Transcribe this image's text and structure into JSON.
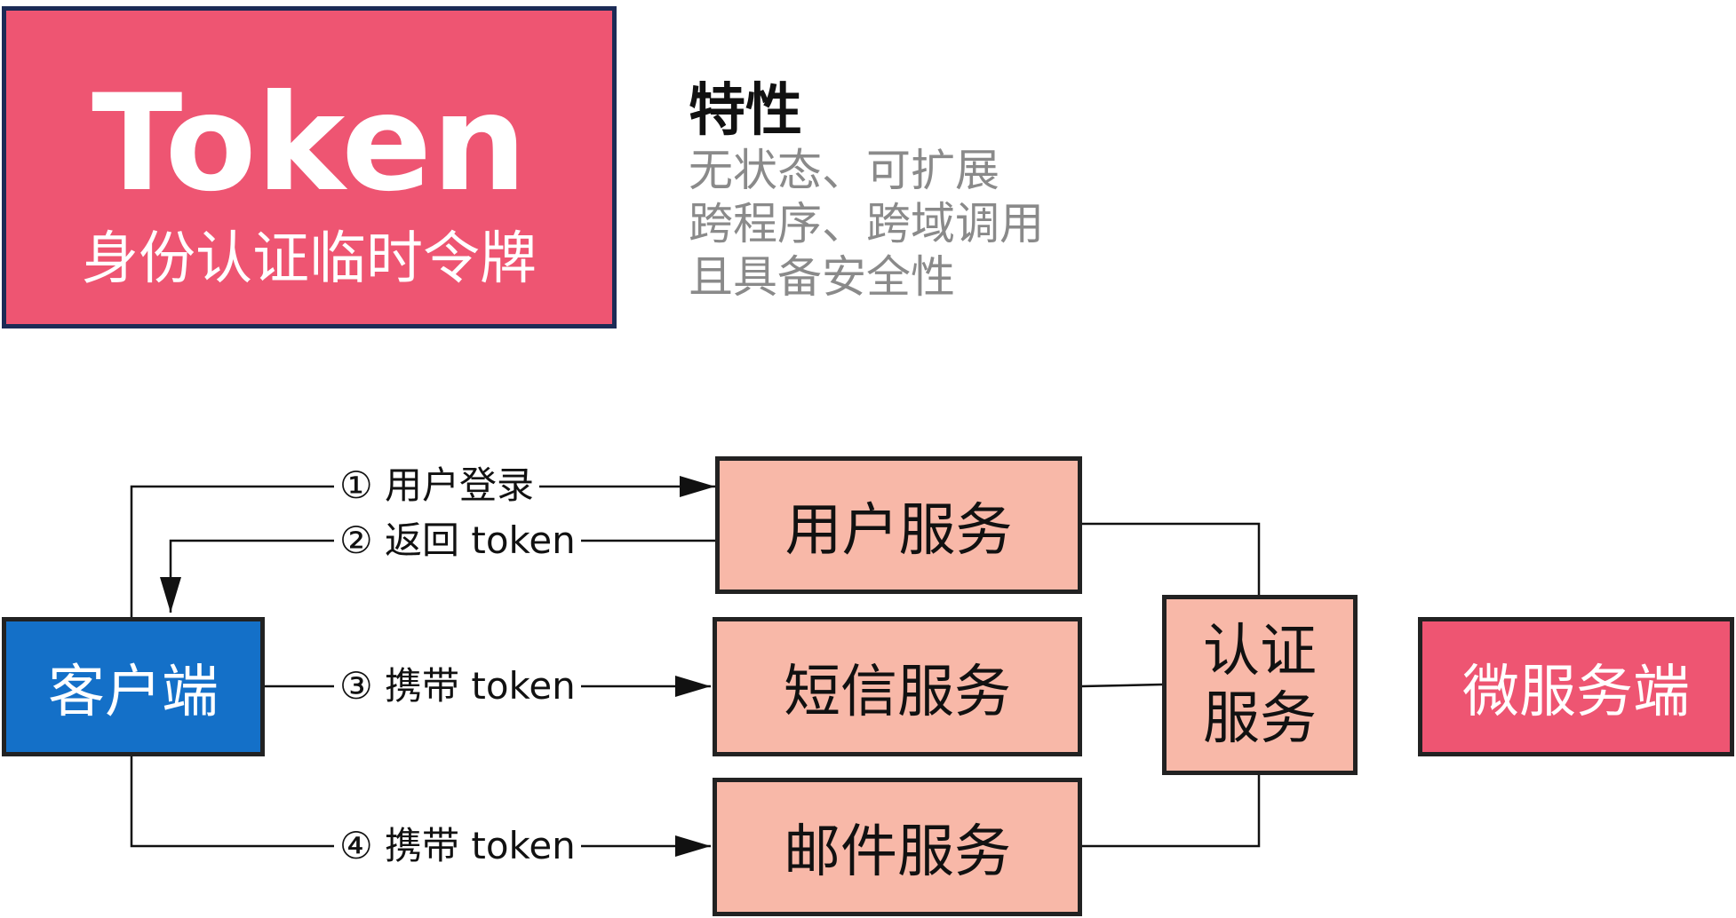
{
  "title": {
    "main": "Token",
    "sub": "身份认证临时令牌"
  },
  "features": {
    "heading": "特性",
    "items": [
      "无状态、可扩展",
      "跨程序、跨域调用",
      "且具备安全性"
    ]
  },
  "diagram": {
    "client": "客户端",
    "services": {
      "user": "用户服务",
      "sms": "短信服务",
      "mail": "邮件服务"
    },
    "auth": {
      "line1": "认证",
      "line2": "服务"
    },
    "microservice": "微服务端",
    "steps": {
      "login": "① 用户登录",
      "return_token": "② 返回 token",
      "carry_token_sms": "③ 携带 token",
      "carry_token_mail": "④ 携带 token"
    }
  },
  "colors": {
    "title_bg": "#ee5572",
    "title_border": "#1c2b56",
    "client_bg": "#1470c8",
    "service_bg": "#f8b8a8",
    "microservice_bg": "#ee5572"
  }
}
